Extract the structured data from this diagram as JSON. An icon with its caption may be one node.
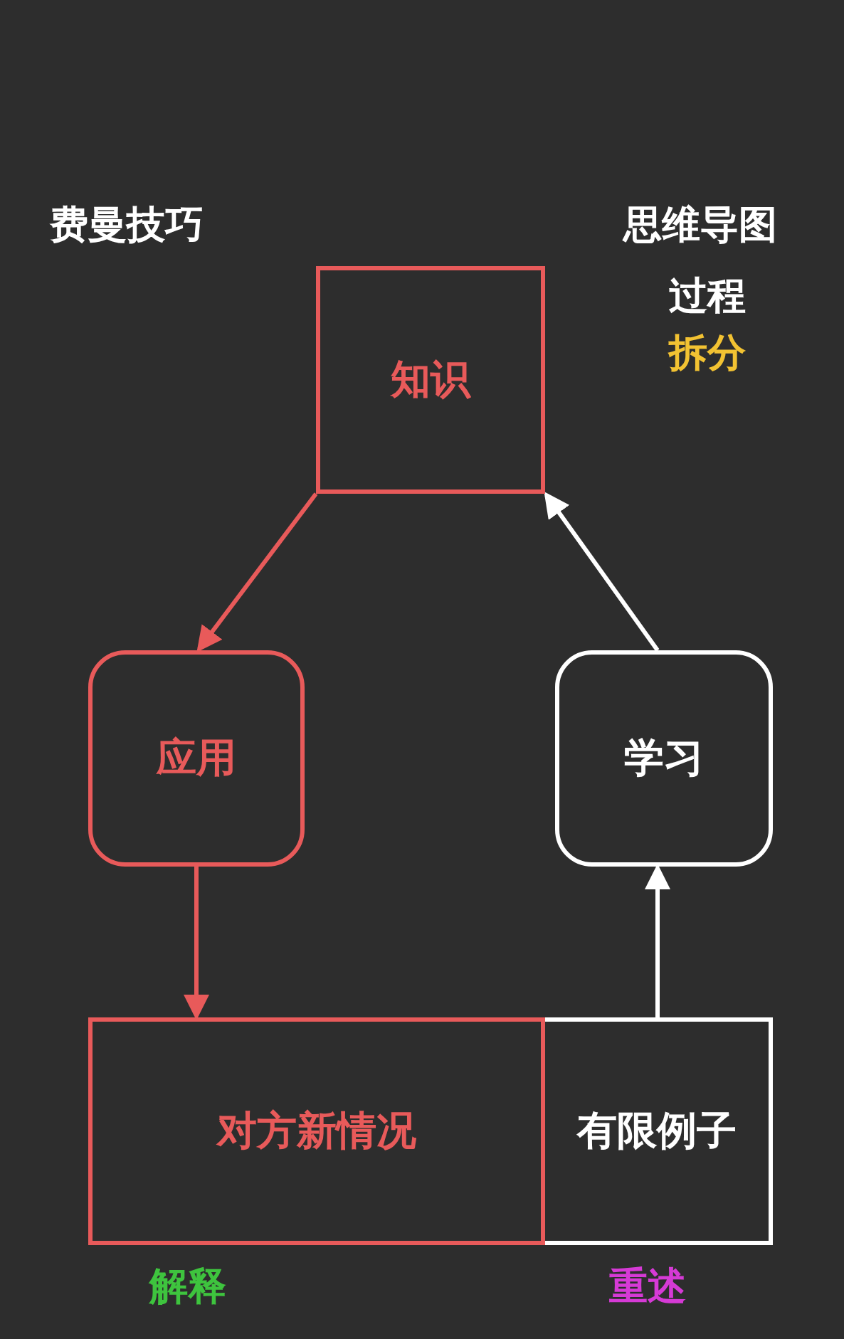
{
  "diagram": {
    "nodes": [
      {
        "text": [
          "知识"
        ]
      },
      {
        "text": [
          "应用"
        ]
      },
      {
        "text": [
          "学习"
        ]
      },
      {
        "text": [
          "对方新情况"
        ],
        "beside": [
          "解释"
        ]
      },
      {
        "text": [
          "有限例子"
        ],
        "beside": [
          "重述"
        ]
      }
    ],
    "edges": [
      {
        "from": 0,
        "to": 1,
        "arrow": "to",
        "color": "#e85a5a"
      },
      {
        "from": 1,
        "to": 3,
        "arrow": "to",
        "color": "#e85a5a"
      },
      {
        "from": 4,
        "to": 2,
        "arrow": "to",
        "color": "#ffffff"
      },
      {
        "from": 2,
        "to": 0,
        "arrow": "to",
        "color": "#ffffff"
      }
    ],
    "labels": [
      "费曼技巧",
      "思维导图",
      "过程",
      "拆分"
    ]
  }
}
